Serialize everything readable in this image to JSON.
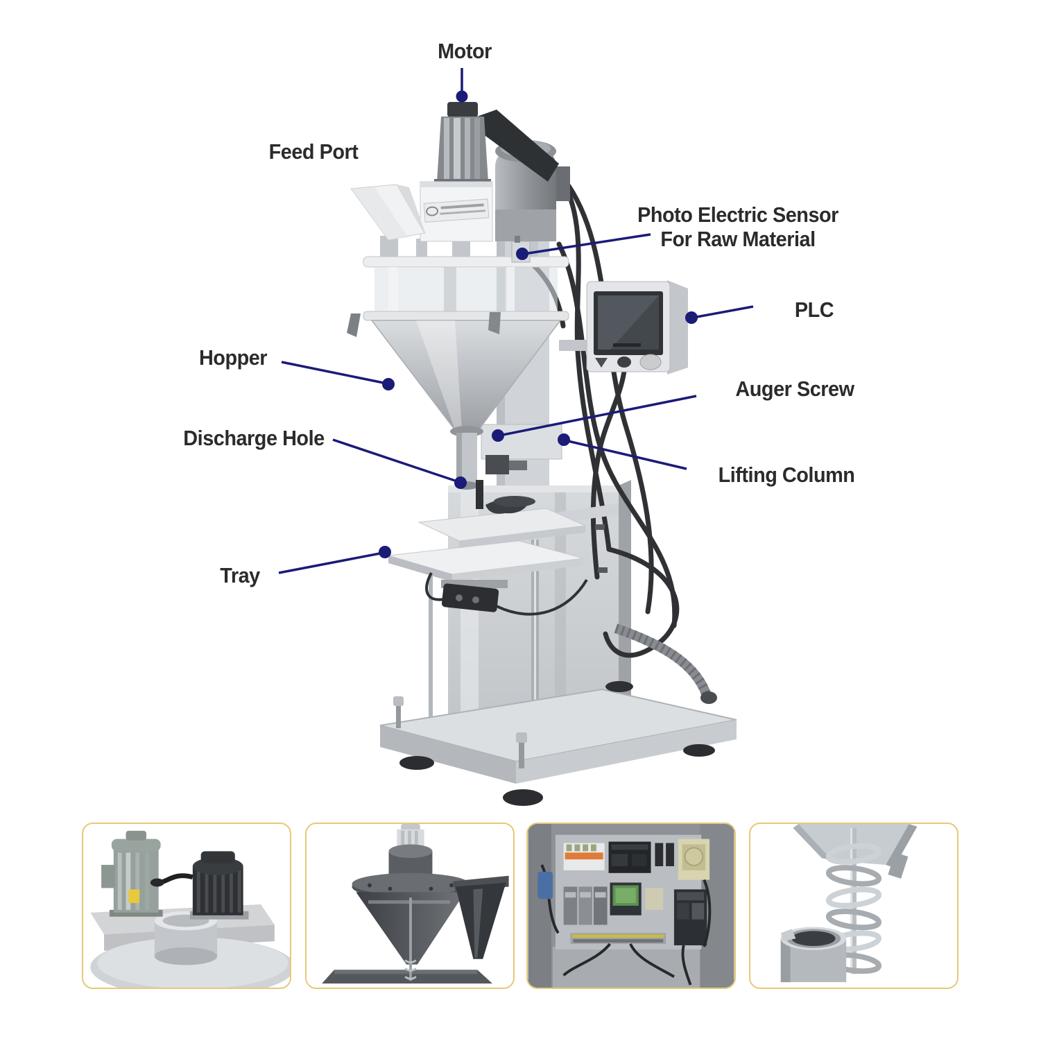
{
  "diagram": {
    "machine_name": "auger-powder-filling-machine",
    "callout_color": "#1b1b78",
    "label_color": "#2b2b2b",
    "labels": {
      "motor": "Motor",
      "feed_port": "Feed Port",
      "photo_sensor_line1": "Photo Electric Sensor",
      "photo_sensor_line2": "For Raw Material",
      "plc": "PLC",
      "hopper": "Hopper",
      "auger_screw": "Auger Screw",
      "discharge_hole": "Discharge Hole",
      "lifting_column": "Lifting Column",
      "tray": "Tray"
    }
  },
  "thumbnails": {
    "border_color": "#e8c878",
    "items": [
      {
        "name": "mixer-motors-detail"
      },
      {
        "name": "hopper-cone-detail"
      },
      {
        "name": "control-cabinet-detail"
      },
      {
        "name": "auger-screw-detail"
      }
    ]
  }
}
